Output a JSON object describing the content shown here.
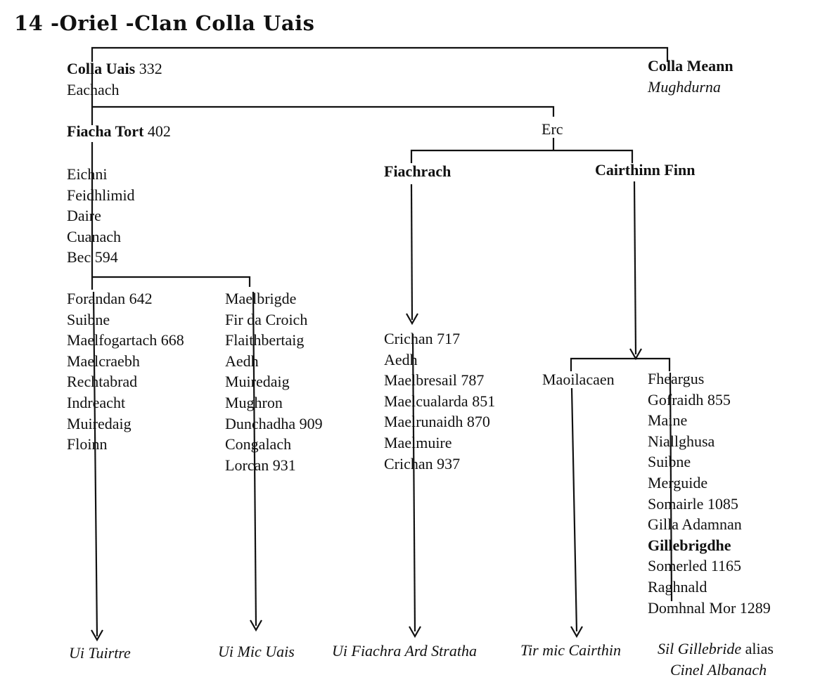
{
  "title": "14 -Oriel -Clan Colla Uais",
  "top": {
    "colla_uais": "Colla Uais",
    "colla_uais_year": "332",
    "eachach": "Eachach",
    "colla_meann": "Colla Meann",
    "mughdurna": "Mughdurna"
  },
  "fiacha": {
    "name": "Fiacha Tort",
    "year": "402"
  },
  "erc": "Erc",
  "fiachrach": "Fiachrach",
  "cairthinn": "Cairthinn Finn",
  "fiacha_line": [
    "Eichni",
    "Feidhlimid",
    "Daire",
    "Cuanach",
    "Bec 594"
  ],
  "forandan_line": [
    "Forandan 642",
    "Suibne",
    "Maelfogartach 668",
    "Maelcraebh",
    "Rechtabrad",
    "Indreacht",
    "Muiredaig",
    "Floinn"
  ],
  "maelbrigde_line": [
    "Maelbrigde",
    "Fir da Croich",
    "Flaithbertaig",
    "Aedh",
    "Muiredaig",
    "Mughron",
    "Dunchadha  909",
    "Congalach",
    "Lorcan 931"
  ],
  "crichan_line": [
    "Crichan 717",
    "Aedh",
    "Maelbresail 787",
    "Maelcualarda 851",
    "Maelrunaidh 870",
    "Maelmuire",
    "Crichan  937"
  ],
  "maoilacaen": "Maoilacaen",
  "fheargus_line": [
    "Fheargus",
    "Gofraidh 855",
    "Maine",
    "Niallghusa",
    "Suibne",
    "Merguide",
    "Somairle 1085",
    "Gilla Adamnan",
    "Gillebrigdhe",
    "Somerled  1165",
    "Raghnald",
    "Domhnal Mor 1289"
  ],
  "bold_in_fheargus": "Gillebrigdhe",
  "outcomes": {
    "ui_tuirtre": "Ui Tuirtre",
    "ui_mic_uais": "Ui Mic Uais",
    "ui_fiachra": "Ui Fiachra Ard Stratha",
    "tir_mic": "Tir mic Cairthin",
    "sil_gillebride": "Sil Gillebride",
    "alias": "alias",
    "cinel_albanach": "Cinel Albanach"
  }
}
